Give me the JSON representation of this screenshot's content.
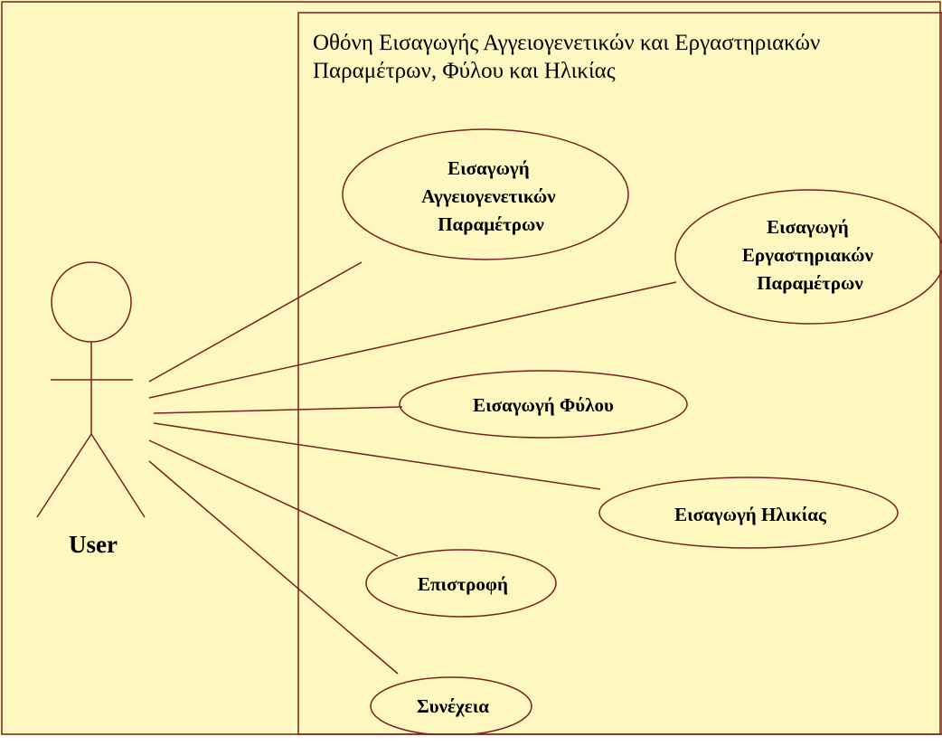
{
  "diagram": {
    "colors": {
      "background": "#fff7c0",
      "stroke": "#7a2020",
      "text": "#000000"
    },
    "system_title": [
      "Οθόνη Εισαγωγής Αγγειογενετικών και Εργαστηριακών",
      "Παραμέτρων, Φύλου και Ηλικίας"
    ],
    "actor": {
      "label": "User",
      "icon": "stick-figure-actor-icon"
    },
    "use_cases": [
      {
        "id": "uc-angiogenetic",
        "lines": [
          "Εισαγωγή",
          "Αγγειογενετικών",
          "Παραμέτρων"
        ]
      },
      {
        "id": "uc-laboratory",
        "lines": [
          "Εισαγωγή",
          "Εργαστηριακών",
          "Παραμέτρων"
        ]
      },
      {
        "id": "uc-gender",
        "lines": [
          "Εισαγωγή Φύλου"
        ]
      },
      {
        "id": "uc-age",
        "lines": [
          "Εισαγωγή Ηλικίας"
        ]
      },
      {
        "id": "uc-return",
        "lines": [
          "Επιστροφή"
        ]
      },
      {
        "id": "uc-continue",
        "lines": [
          "Συνέχεια"
        ]
      }
    ]
  }
}
